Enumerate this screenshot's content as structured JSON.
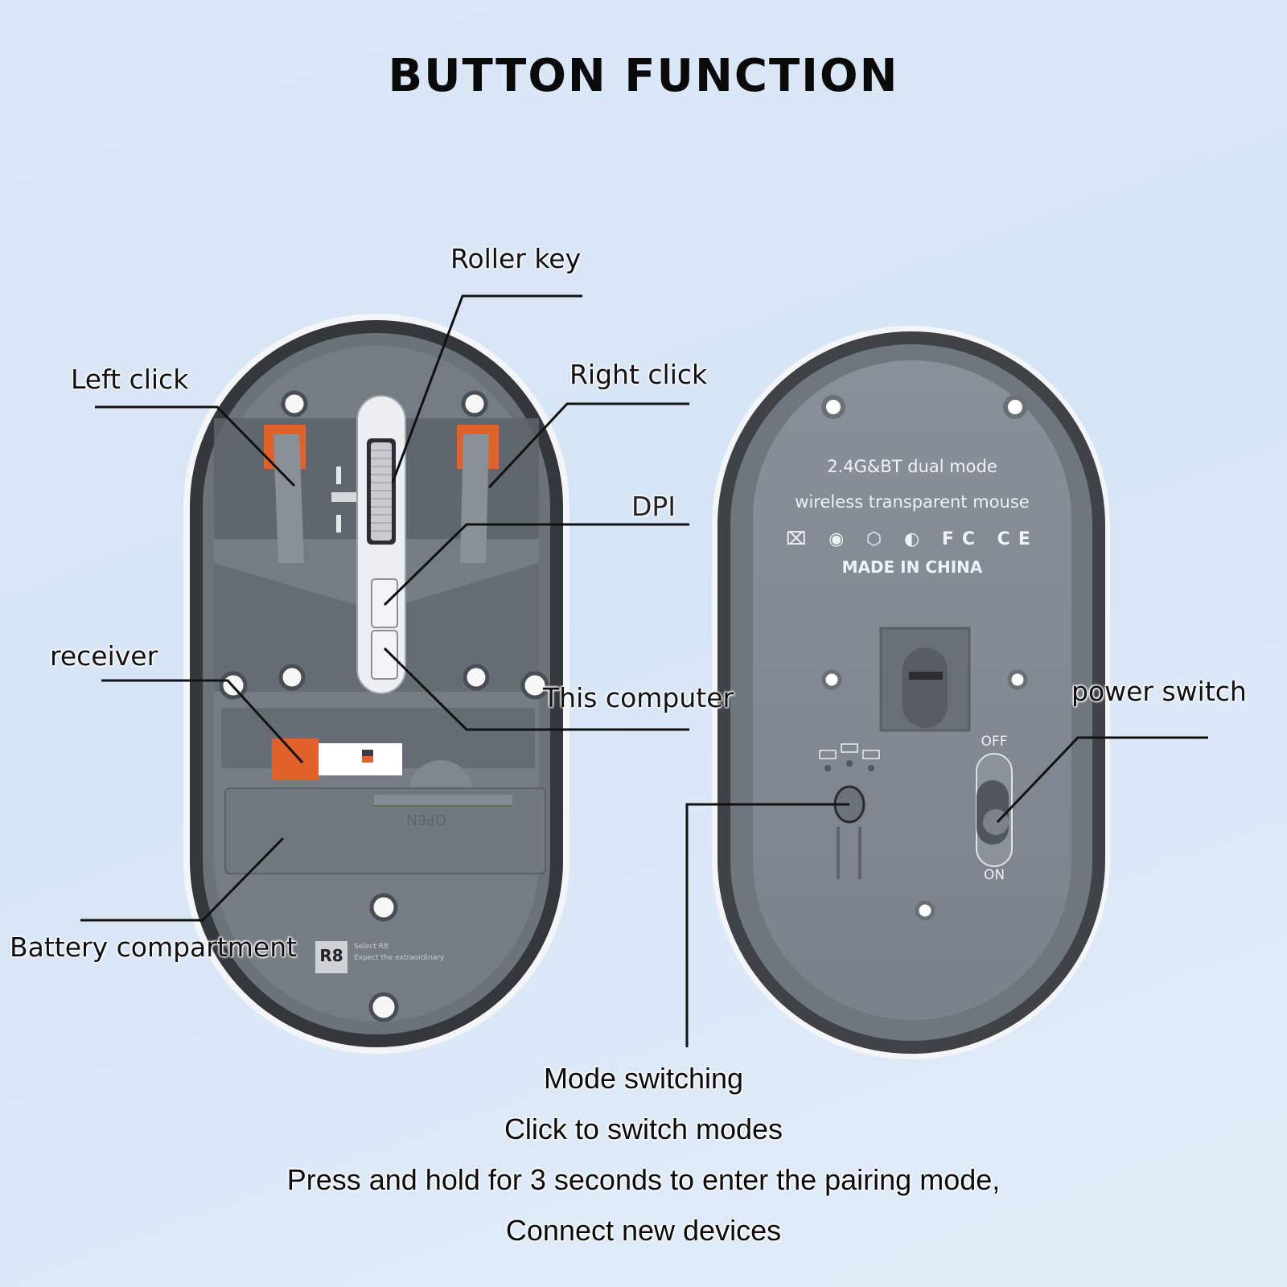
{
  "title": "BUTTON FUNCTION",
  "colors": {
    "background": "#d9e7f7",
    "shell_dark": "#3c3f44",
    "shell_gray": "#7d8590",
    "accent_orange": "#e0622a",
    "leader_line": "#111111"
  },
  "top_view": {
    "labels": {
      "roller_key": "Roller key",
      "left_click": "Left click",
      "right_click": "Right click",
      "dpi": "DPI",
      "receiver": "receiver",
      "this_computer": "This computer",
      "battery_compartment": "Battery compartment"
    },
    "battery_cover_text": "OPEN",
    "brand_badge": "R8",
    "brand_line1": "Select R8",
    "brand_line2": "Expect the extraordinary"
  },
  "bottom_view": {
    "engraving_line1": "2.4G&BT dual mode",
    "engraving_line2": "wireless transparent mouse",
    "cert_icons": [
      "weee-bin-icon",
      "recycle-circle-icon",
      "box-icon",
      "ccc-icon",
      "fc-mark-icon",
      "ce-mark-icon"
    ],
    "cert_glyphs": [
      "⌧",
      "◉",
      "⬡",
      "◐",
      "FC",
      "CE"
    ],
    "made_in": "MADE IN CHINA",
    "switch_off": "OFF",
    "switch_on": "ON",
    "power_state": "ON",
    "mode_indicators": 3,
    "labels": {
      "power_switch": "power switch"
    }
  },
  "mode_switching": {
    "heading": "Mode switching",
    "line1": "Click to switch modes",
    "line2": "Press and hold for 3 seconds to enter the pairing mode,",
    "line3": "Connect new devices"
  }
}
